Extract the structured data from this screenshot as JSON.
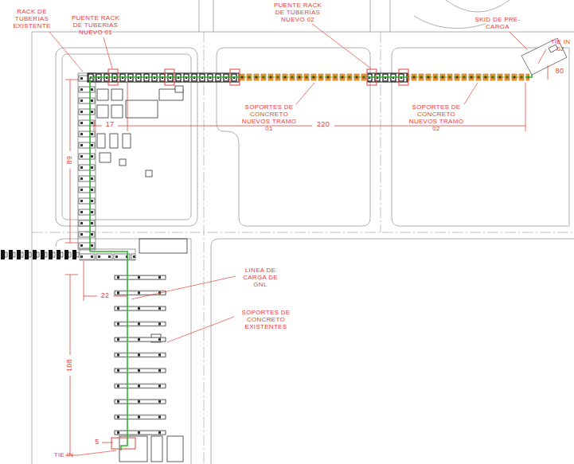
{
  "diagram": {
    "labels": [
      "RACK DE TUBERIAS EXISTENTE",
      "PUENTE RACK DE TUBERIAS NUEVO 01",
      "PUENTE RACK DE TUBERIAS NUEVO 02",
      "SKID DE PRE-CARGA",
      "TIE IN 02",
      "80",
      "SOPORTES DE CONCRETO NUEVOS TRAMO 01",
      "SOPORTES DE CONCRETO NUEVOS TRAMO 02",
      "17",
      "220",
      "89",
      "LINEA DE CARGA DE GNL",
      "SOPORTES DE CONCRETO EXISTENTES",
      "22",
      "108",
      "5",
      "TIE IN"
    ]
  }
}
